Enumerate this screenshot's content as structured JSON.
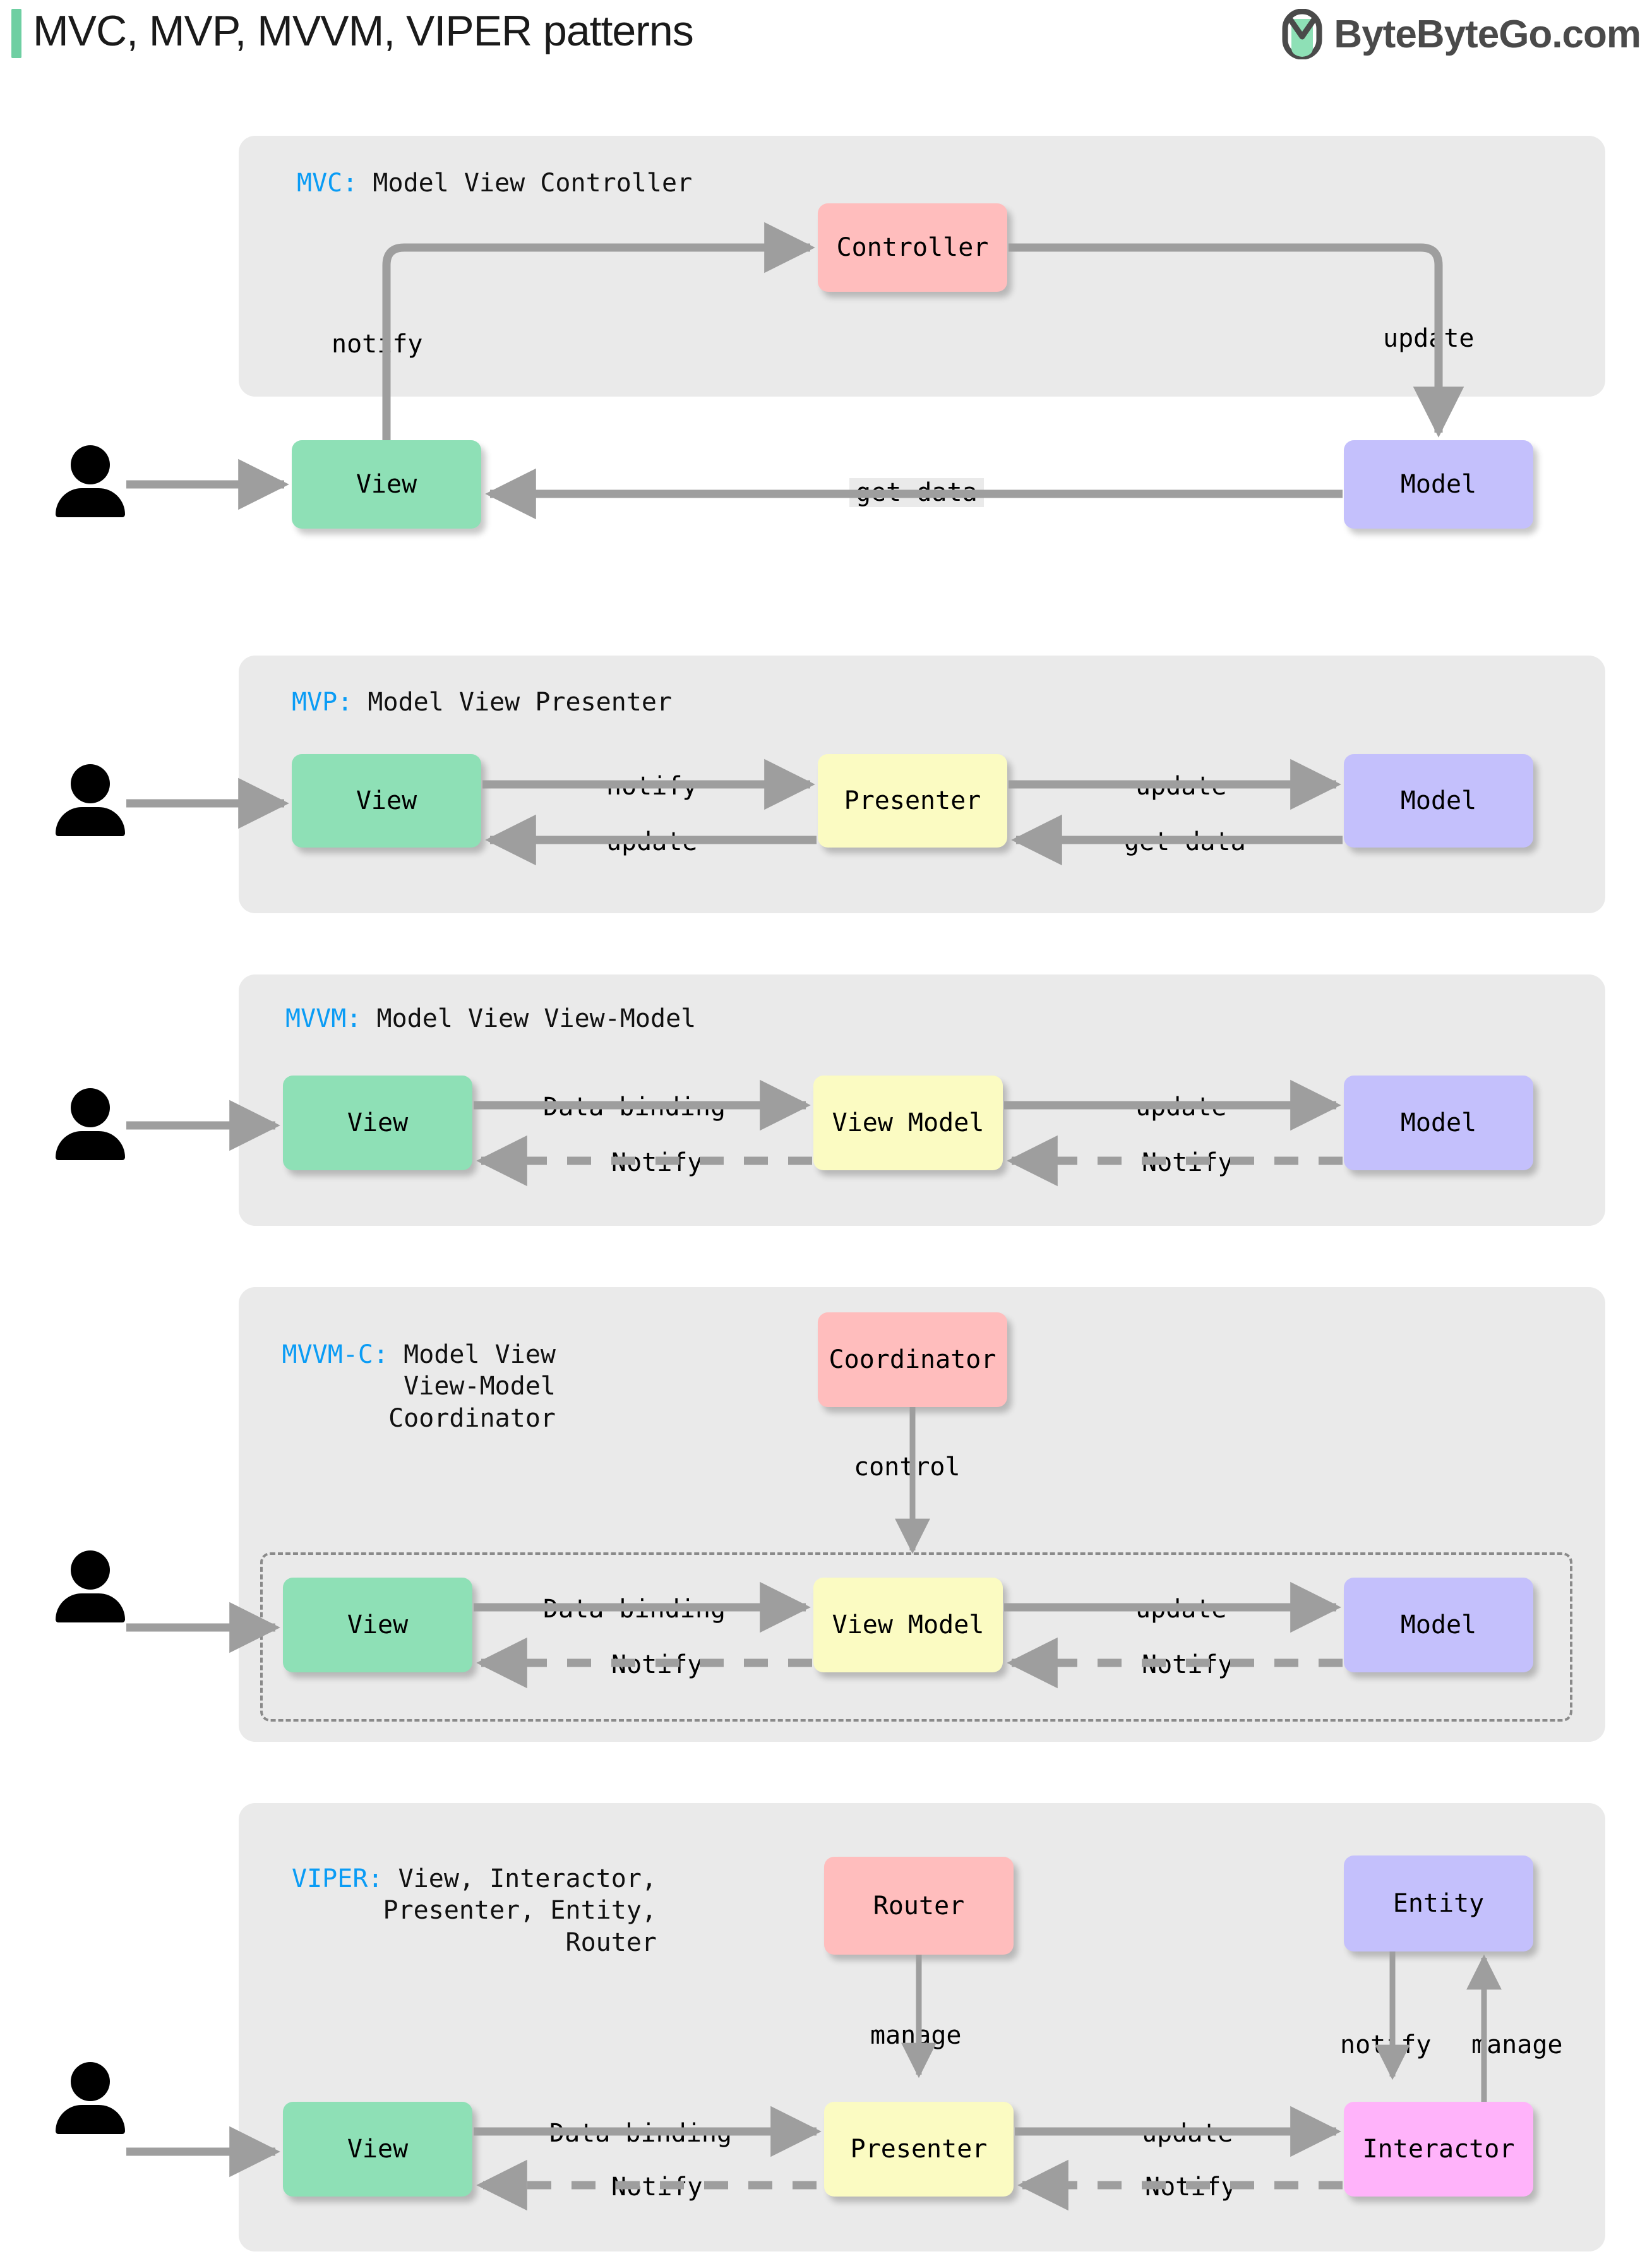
{
  "header": {
    "title": "MVC, MVP, MVVM, VIPER patterns",
    "brand_name": "ByteByteGo.com",
    "brand_logo_icon": "bytebytego-logo-icon",
    "accent_color": "#6ecfa2"
  },
  "colors": {
    "panel_bg": "#eaeaea",
    "view": "#8ee0b6",
    "model": "#c4c0fc",
    "controller": "#ffbdbd",
    "presenter": "#fbfbc2",
    "interactor": "#ffb3fa",
    "accent_blue": "#0a9cf5",
    "arrow": "#9e9e9e"
  },
  "panels": [
    {
      "id": "mvc",
      "abbr": "MVC:",
      "expansion": "Model View Controller",
      "actor_icon": "user-icon",
      "nodes": [
        {
          "id": "controller",
          "label": "Controller"
        },
        {
          "id": "view",
          "label": "View"
        },
        {
          "id": "model",
          "label": "Model"
        }
      ],
      "edges": [
        {
          "from": "view",
          "to": "controller",
          "label": "notify",
          "style": "solid"
        },
        {
          "from": "controller",
          "to": "model",
          "label": "update",
          "style": "solid"
        },
        {
          "from": "model",
          "to": "view",
          "label": "get data",
          "style": "solid"
        }
      ]
    },
    {
      "id": "mvp",
      "abbr": "MVP:",
      "expansion": "Model View Presenter",
      "actor_icon": "user-icon",
      "nodes": [
        {
          "id": "view",
          "label": "View"
        },
        {
          "id": "presenter",
          "label": "Presenter"
        },
        {
          "id": "model",
          "label": "Model"
        }
      ],
      "edges": [
        {
          "from": "view",
          "to": "presenter",
          "label": "notify",
          "style": "solid"
        },
        {
          "from": "presenter",
          "to": "model",
          "label": "update",
          "style": "solid"
        },
        {
          "from": "model",
          "to": "presenter",
          "label": "get data",
          "style": "solid"
        },
        {
          "from": "presenter",
          "to": "view",
          "label": "update",
          "style": "solid"
        }
      ]
    },
    {
      "id": "mvvm",
      "abbr": "MVVM:",
      "expansion": "Model View View-Model",
      "actor_icon": "user-icon",
      "nodes": [
        {
          "id": "view",
          "label": "View"
        },
        {
          "id": "viewmodel",
          "label": "View Model"
        },
        {
          "id": "model",
          "label": "Model"
        }
      ],
      "edges": [
        {
          "from": "view",
          "to": "viewmodel",
          "label": "Data binding",
          "style": "solid"
        },
        {
          "from": "viewmodel",
          "to": "model",
          "label": "update",
          "style": "solid"
        },
        {
          "from": "model",
          "to": "viewmodel",
          "label": "Notify",
          "style": "dashed"
        },
        {
          "from": "viewmodel",
          "to": "view",
          "label": "Notify",
          "style": "dashed"
        }
      ]
    },
    {
      "id": "mvvmc",
      "abbr": "MVVM-C:",
      "expansion": "Model View\nView-Model\nCoordinator",
      "actor_icon": "user-icon",
      "nodes": [
        {
          "id": "coordinator",
          "label": "Coordinator"
        },
        {
          "id": "view",
          "label": "View"
        },
        {
          "id": "viewmodel",
          "label": "View Model"
        },
        {
          "id": "model",
          "label": "Model"
        }
      ],
      "edges": [
        {
          "from": "coordinator",
          "to": "viewmodel",
          "label": "control",
          "style": "solid"
        },
        {
          "from": "view",
          "to": "viewmodel",
          "label": "Data binding",
          "style": "solid"
        },
        {
          "from": "viewmodel",
          "to": "model",
          "label": "update",
          "style": "solid"
        },
        {
          "from": "model",
          "to": "viewmodel",
          "label": "Notify",
          "style": "dashed"
        },
        {
          "from": "viewmodel",
          "to": "view",
          "label": "Notify",
          "style": "dashed"
        }
      ]
    },
    {
      "id": "viper",
      "abbr": "VIPER:",
      "expansion": "View, Interactor,\nPresenter, Entity,\nRouter",
      "actor_icon": "user-icon",
      "nodes": [
        {
          "id": "router",
          "label": "Router"
        },
        {
          "id": "entity",
          "label": "Entity"
        },
        {
          "id": "view",
          "label": "View"
        },
        {
          "id": "presenter",
          "label": "Presenter"
        },
        {
          "id": "interactor",
          "label": "Interactor"
        }
      ],
      "edges": [
        {
          "from": "router",
          "to": "presenter",
          "label": "manage",
          "style": "solid"
        },
        {
          "from": "entity",
          "to": "interactor",
          "label": "notify",
          "style": "solid"
        },
        {
          "from": "interactor",
          "to": "entity",
          "label": "manage",
          "style": "solid"
        },
        {
          "from": "view",
          "to": "presenter",
          "label": "Data binding",
          "style": "solid"
        },
        {
          "from": "presenter",
          "to": "interactor",
          "label": "update",
          "style": "solid"
        },
        {
          "from": "interactor",
          "to": "presenter",
          "label": "Notify",
          "style": "dashed"
        },
        {
          "from": "presenter",
          "to": "view",
          "label": "Notify",
          "style": "dashed"
        }
      ]
    }
  ]
}
